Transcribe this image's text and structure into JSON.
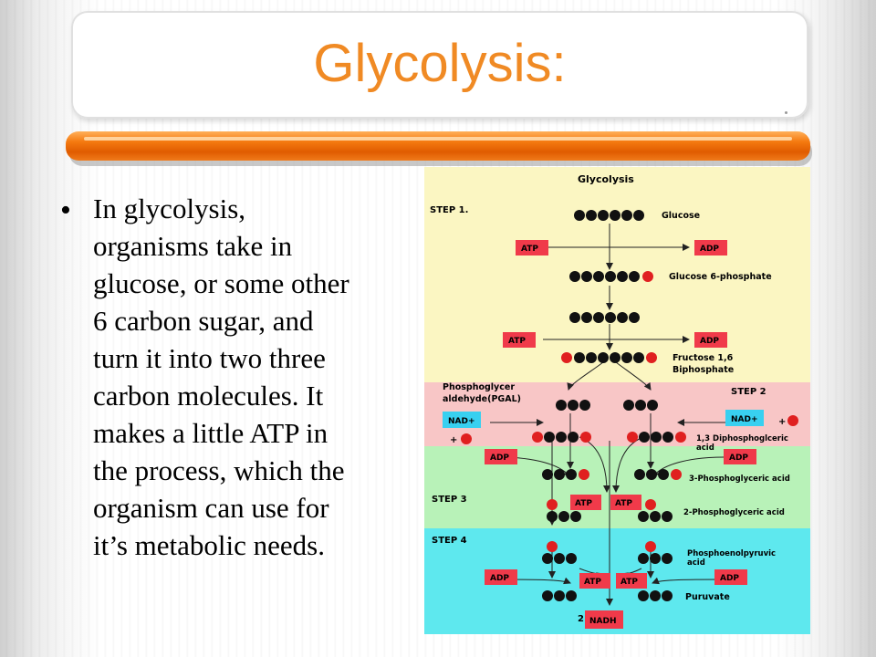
{
  "slide": {
    "title": "Glycolysis:",
    "bullet_lines": [
      "In glycolysis,",
      "organisms take in",
      "glucose, or some other",
      "6 carbon sugar, and",
      "turn it into two three",
      "carbon molecules. It",
      "makes a little ATP in",
      "the process, which the",
      "organism can use for",
      "it’s metabolic needs."
    ]
  },
  "diagram": {
    "title": "Glycolysis",
    "steps": [
      "STEP 1.",
      "STEP 2",
      "STEP 3",
      "STEP 4"
    ],
    "labels": {
      "glucose": "Glucose",
      "g6p": "Glucose 6-phosphate",
      "fbp1": "Fructose 1,6",
      "fbp2": "Biphosphate",
      "pgal1": "Phosphoglycer",
      "pgal2": "aldehyde(PGAL)",
      "dpg1": "1,3 Diphosphoglceric",
      "dpg2": "acid",
      "pga3": "3-Phosphoglyceric acid",
      "pga2": "2-Phosphoglyceric acid",
      "pep1": "Phosphoenolpyruvic",
      "pep2": "acid",
      "pyruvate": "Puruvate",
      "two": "2"
    },
    "boxes": {
      "atp": "ATP",
      "adp": "ADP",
      "nad": "NAD+",
      "nadh": "NADH",
      "plus": "+"
    },
    "colors": {
      "step1_bg": "#fbf6c2",
      "step2_bg": "#f8c6c6",
      "step3_bg": "#b8f2b8",
      "step4_bg": "#5ee8ee",
      "box_red": "#f03a4a",
      "nad_blue": "#38d0f0",
      "phosphate_red": "#e02020",
      "title_orange": "#f08a24",
      "rule_orange": "#f57a10"
    }
  }
}
